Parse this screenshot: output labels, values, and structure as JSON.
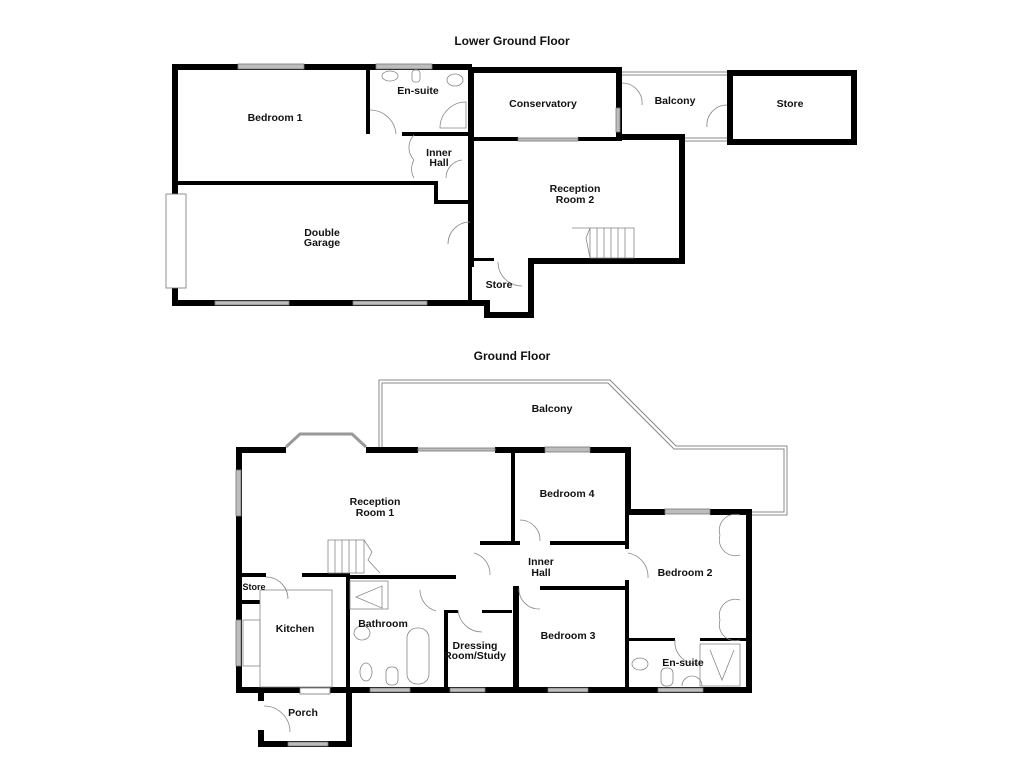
{
  "plan": {
    "colors": {
      "wall": "#000000",
      "window": "#a6a6a6",
      "fixture": "#777777",
      "background": "#ffffff"
    },
    "floors": [
      {
        "title": "Lower Ground Floor",
        "rooms": [
          {
            "name": "Bedroom 1",
            "lines": [
              "Bedroom 1"
            ]
          },
          {
            "name": "En-suite",
            "lines": [
              "En-suite"
            ]
          },
          {
            "name": "Conservatory",
            "lines": [
              "Conservatory"
            ]
          },
          {
            "name": "Balcony",
            "lines": [
              "Balcony"
            ]
          },
          {
            "name": "Store",
            "lines": [
              "Store"
            ]
          },
          {
            "name": "Inner Hall",
            "lines": [
              "Inner",
              "Hall"
            ]
          },
          {
            "name": "Reception Room 2",
            "lines": [
              "Reception",
              "Room 2"
            ]
          },
          {
            "name": "Double Garage",
            "lines": [
              "Double",
              "Garage"
            ]
          },
          {
            "name": "Store",
            "lines": [
              "Store"
            ]
          }
        ]
      },
      {
        "title": "Ground Floor",
        "rooms": [
          {
            "name": "Balcony",
            "lines": [
              "Balcony"
            ]
          },
          {
            "name": "Reception Room 1",
            "lines": [
              "Reception",
              "Room 1"
            ]
          },
          {
            "name": "Bedroom 4",
            "lines": [
              "Bedroom 4"
            ]
          },
          {
            "name": "Inner Hall",
            "lines": [
              "Inner",
              "Hall"
            ]
          },
          {
            "name": "Bedroom 2",
            "lines": [
              "Bedroom 2"
            ]
          },
          {
            "name": "Store",
            "lines": [
              "Store"
            ]
          },
          {
            "name": "Kitchen",
            "lines": [
              "Kitchen"
            ]
          },
          {
            "name": "Bathroom",
            "lines": [
              "Bathroom"
            ]
          },
          {
            "name": "Dressing Room/Study",
            "lines": [
              "Dressing",
              "Room/Study"
            ]
          },
          {
            "name": "Bedroom 3",
            "lines": [
              "Bedroom 3"
            ]
          },
          {
            "name": "En-suite",
            "lines": [
              "En-suite"
            ]
          },
          {
            "name": "Porch",
            "lines": [
              "Porch"
            ]
          }
        ]
      }
    ]
  }
}
